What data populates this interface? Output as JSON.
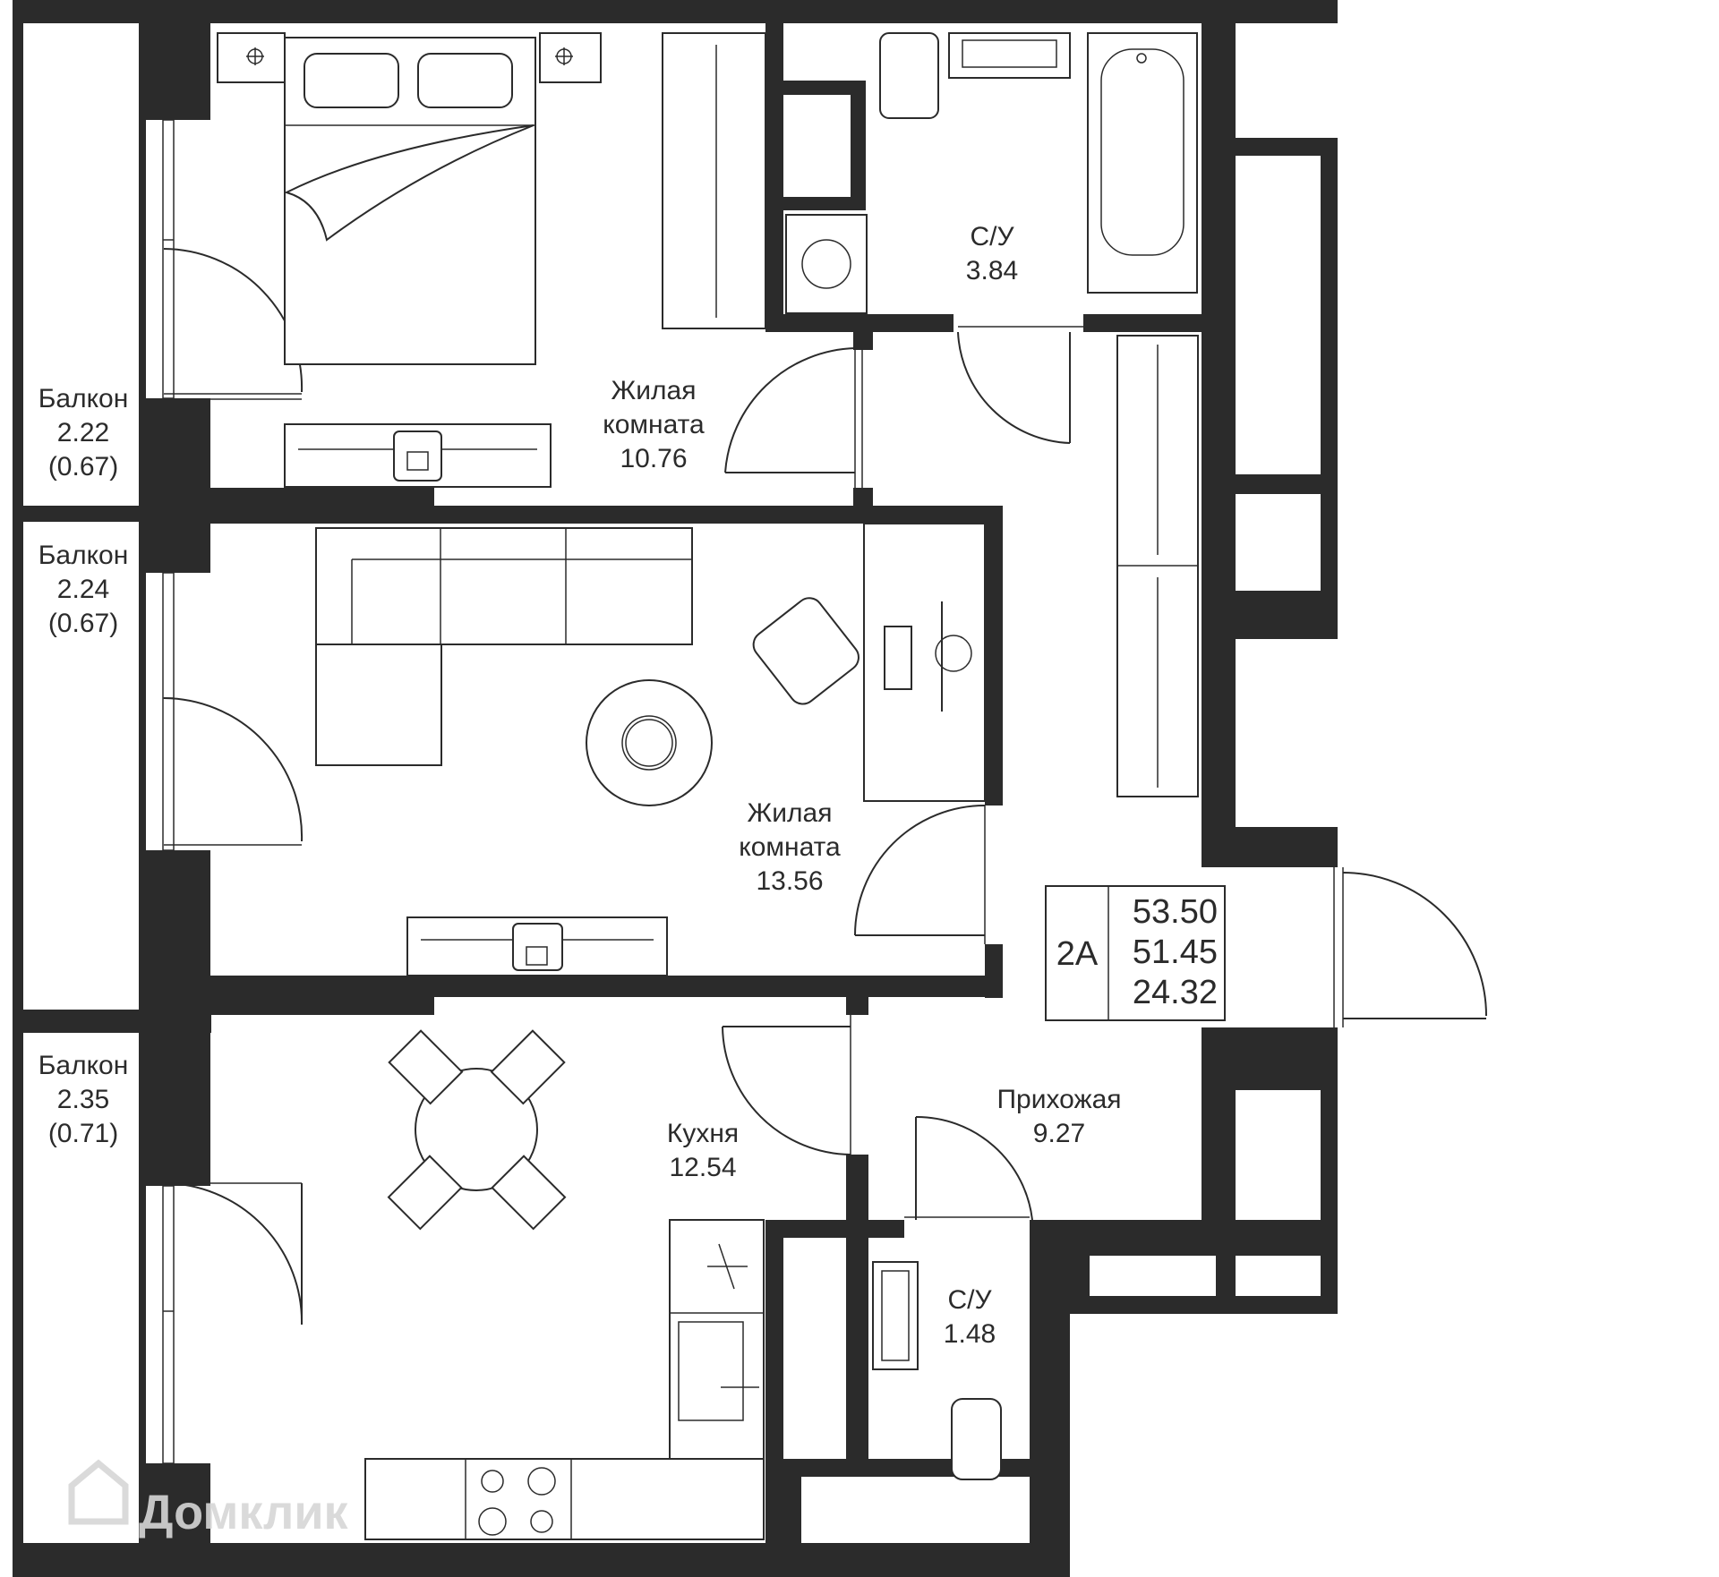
{
  "apartment": {
    "type": "2А",
    "total_area": "53.50",
    "living_total_area": "51.45",
    "living_area": "24.32"
  },
  "rooms": {
    "balcony_1": {
      "name": "Балкон",
      "area": "2.22",
      "reduced": "(0.67)"
    },
    "balcony_2": {
      "name": "Балкон",
      "area": "2.24",
      "reduced": "(0.67)"
    },
    "balcony_3": {
      "name": "Балкон",
      "area": "2.35",
      "reduced": "(0.71)"
    },
    "bedroom": {
      "name_line1": "Жилая",
      "name_line2": "комната",
      "area": "10.76"
    },
    "living": {
      "name_line1": "Жилая",
      "name_line2": "комната",
      "area": "13.56"
    },
    "bath_main": {
      "name": "С/У",
      "area": "3.84"
    },
    "bath_small": {
      "name": "С/У",
      "area": "1.48"
    },
    "kitchen": {
      "name": "Кухня",
      "area": "12.54"
    },
    "hall": {
      "name": "Прихожая",
      "area": "9.27"
    }
  },
  "watermark": {
    "text": "Домклик",
    "icon": "house-logo-icon"
  }
}
